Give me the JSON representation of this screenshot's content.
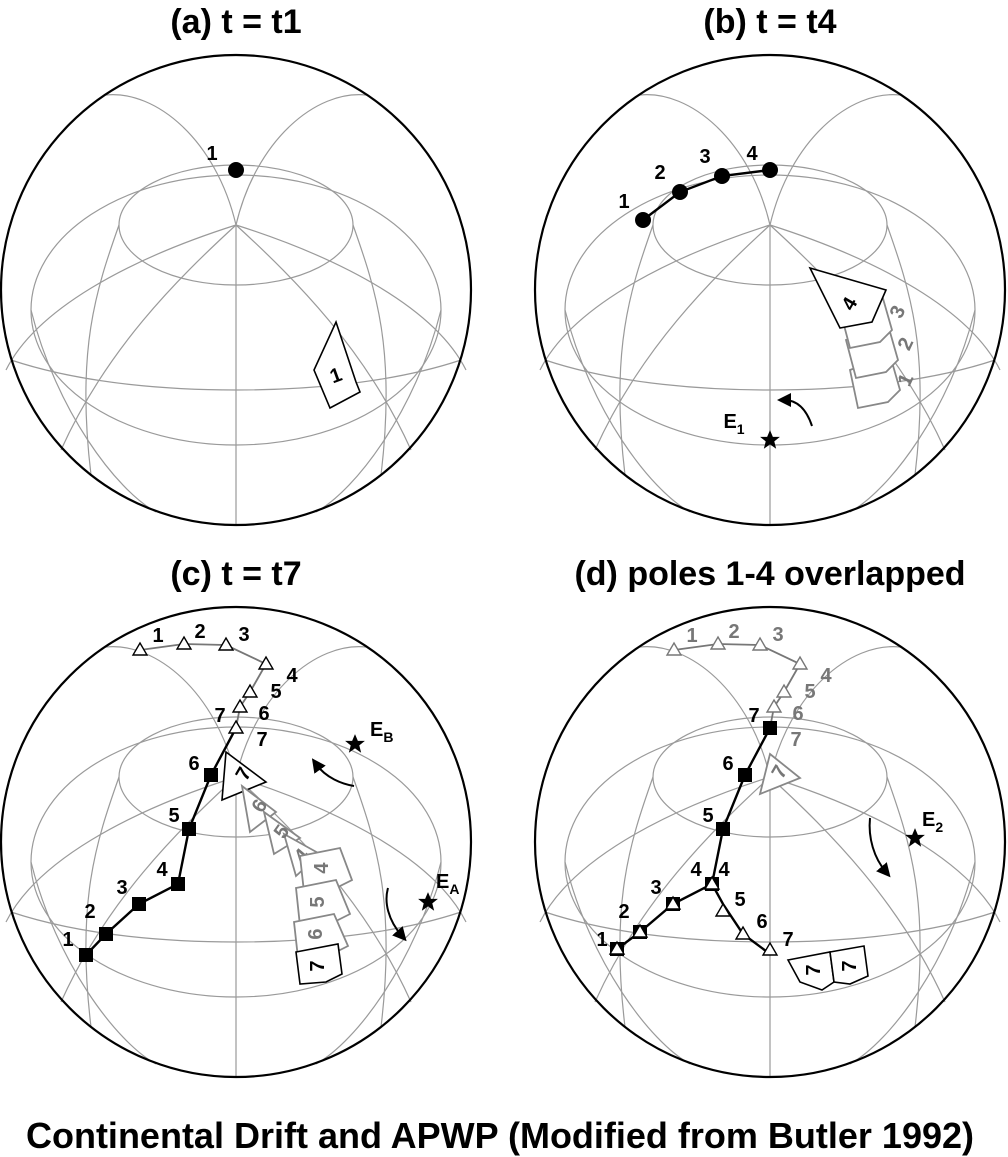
{
  "figure_title": "Continental Drift and APWP (Modified from Butler 1992)",
  "panels": [
    {
      "title": "(a) t = t1",
      "pole_labels": [
        "1"
      ],
      "plate_labels": [
        "1"
      ]
    },
    {
      "title": "(b) t = t4",
      "pole_labels": [
        "1",
        "2",
        "3",
        "4"
      ],
      "plate_labels": [
        "4",
        "3",
        "2",
        "1"
      ],
      "euler_pole": {
        "base": "E",
        "sub": "1"
      }
    },
    {
      "title": "(c) t = t7",
      "apwp_a_labels": [
        "1",
        "2",
        "3",
        "4",
        "5",
        "6",
        "7"
      ],
      "apwp_b_labels": [
        "1",
        "2",
        "3",
        "4",
        "5",
        "6",
        "7"
      ],
      "plate_a_labels": [
        "7",
        "6",
        "5",
        "4"
      ],
      "plate_b_labels": [
        "4",
        "5",
        "6",
        "7"
      ],
      "euler_pole_a": {
        "base": "E",
        "sub": "A"
      },
      "euler_pole_b": {
        "base": "E",
        "sub": "B"
      }
    },
    {
      "title": "(d) poles 1-4 overlapped",
      "gray_labels": [
        "1",
        "2",
        "3",
        "4",
        "5",
        "6",
        "7"
      ],
      "black_labels": [
        "1",
        "2",
        "3",
        "4",
        "5",
        "6",
        "7"
      ],
      "triangle_labels": [
        "4",
        "5",
        "6",
        "7"
      ],
      "plate_labels": [
        "7",
        "7",
        "7"
      ],
      "euler_pole": {
        "base": "E",
        "sub": "2"
      }
    }
  ],
  "colors": {
    "black_path": "#000000",
    "gray_path": "#777777",
    "grid": "#9a9a9a"
  }
}
